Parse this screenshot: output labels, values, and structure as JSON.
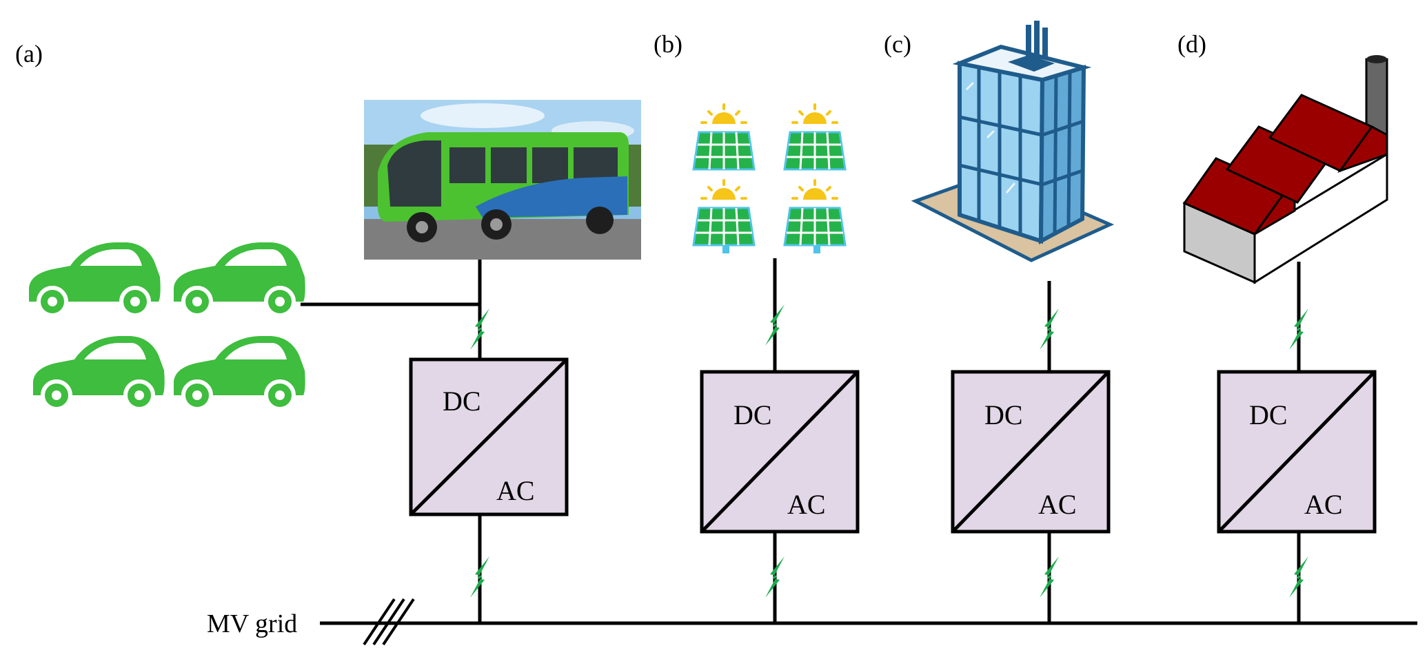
{
  "panel_labels": [
    "(a)",
    "(b)",
    "(c)",
    "(d)"
  ],
  "converters": [
    {
      "top": "DC",
      "bottom": "AC"
    },
    {
      "top": "DC",
      "bottom": "AC"
    },
    {
      "top": "DC",
      "bottom": "AC"
    },
    {
      "top": "DC",
      "bottom": "AC"
    }
  ],
  "grid_label": "MV grid",
  "colors": {
    "car_green": "#3ebd3e",
    "bolt_green": "#1cab4c",
    "converter_fill": "#e2d7e6",
    "bus_green": "#4cc230",
    "solar_panel": "#26b24b",
    "sun": "#f5c518",
    "building_frame": "#1f5c8c",
    "building_glass": "#9bd3f0",
    "factory_roof": "#9b0000"
  },
  "icons": [
    "electric-car-icon",
    "electric-bus-image",
    "solar-panel-icon",
    "office-building-icon",
    "factory-icon",
    "lightning-bolt-icon",
    "three-phase-marker"
  ]
}
